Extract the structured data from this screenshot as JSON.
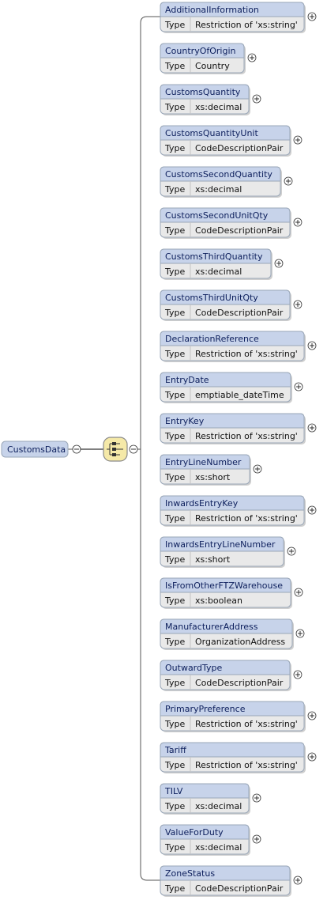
{
  "root": {
    "name": "CustomsData"
  },
  "type_label": "Type",
  "compositor": {
    "icon": "sequence-compositor-icon"
  },
  "colors": {
    "header_fill": "#c7d3ea",
    "body_fill": "#e9e9e9",
    "border": "#9aa7b8",
    "compositor_fill": "#f5e9a8",
    "compositor_border": "#8a8a8a",
    "line": "#555555"
  },
  "elements": [
    {
      "name": "AdditionalInformation",
      "type": "Restriction of 'xs:string'"
    },
    {
      "name": "CountryOfOrigin",
      "type": "Country"
    },
    {
      "name": "CustomsQuantity",
      "type": "xs:decimal"
    },
    {
      "name": "CustomsQuantityUnit",
      "type": "CodeDescriptionPair"
    },
    {
      "name": "CustomsSecondQuantity",
      "type": "xs:decimal"
    },
    {
      "name": "CustomsSecondUnitQty",
      "type": "CodeDescriptionPair"
    },
    {
      "name": "CustomsThirdQuantity",
      "type": "xs:decimal"
    },
    {
      "name": "CustomsThirdUnitQty",
      "type": "CodeDescriptionPair"
    },
    {
      "name": "DeclarationReference",
      "type": "Restriction of 'xs:string'"
    },
    {
      "name": "EntryDate",
      "type": "emptiable_dateTime"
    },
    {
      "name": "EntryKey",
      "type": "Restriction of 'xs:string'"
    },
    {
      "name": "EntryLineNumber",
      "type": "xs:short"
    },
    {
      "name": "InwardsEntryKey",
      "type": "Restriction of 'xs:string'"
    },
    {
      "name": "InwardsEntryLineNumber",
      "type": "xs:short"
    },
    {
      "name": "IsFromOtherFTZWarehouse",
      "type": "xs:boolean"
    },
    {
      "name": "ManufacturerAddress",
      "type": "OrganizationAddress"
    },
    {
      "name": "OutwardType",
      "type": "CodeDescriptionPair"
    },
    {
      "name": "PrimaryPreference",
      "type": "Restriction of 'xs:string'"
    },
    {
      "name": "Tariff",
      "type": "Restriction of 'xs:string'"
    },
    {
      "name": "TILV",
      "type": "xs:decimal"
    },
    {
      "name": "ValueForDuty",
      "type": "xs:decimal"
    },
    {
      "name": "ZoneStatus",
      "type": "CodeDescriptionPair"
    }
  ]
}
